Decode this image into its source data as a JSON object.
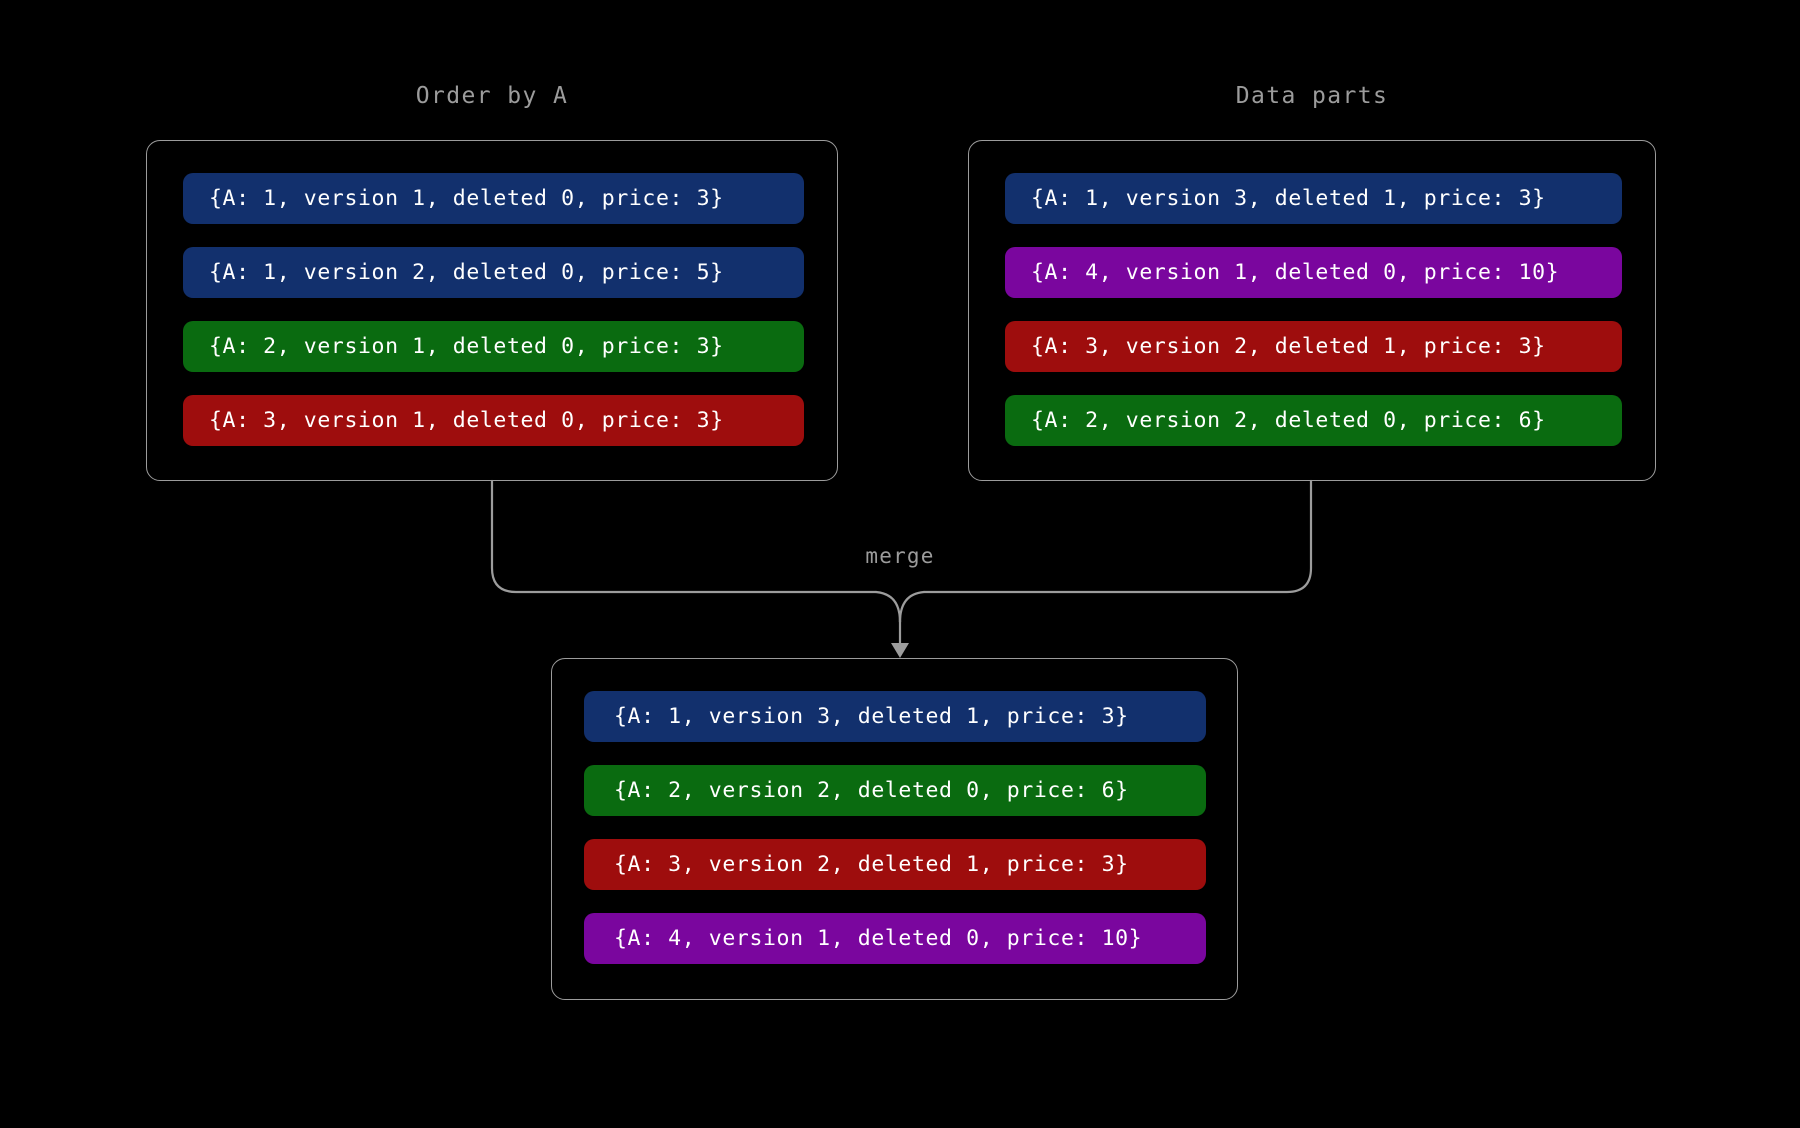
{
  "diagram": {
    "title": "merge",
    "background_color": "#000000",
    "line_color": "#9c9c9c",
    "text_color": "#ffffff",
    "palette": {
      "blue": "#12306d",
      "green": "#0a6b10",
      "red": "#9e0d0d",
      "purple": "#7a069e"
    }
  },
  "panels": {
    "order_by_a": {
      "title": "Order by A",
      "rows": [
        {
          "text": "{A: 1, version 1, deleted 0, price: 3}",
          "color": "blue"
        },
        {
          "text": "{A: 1, version 2, deleted 0, price: 5}",
          "color": "blue"
        },
        {
          "text": "{A: 2, version 1, deleted 0, price: 3}",
          "color": "green"
        },
        {
          "text": "{A: 3, version 1, deleted 0, price: 3}",
          "color": "red"
        }
      ]
    },
    "data_parts": {
      "title": "Data parts",
      "rows": [
        {
          "text": "{A: 1, version 3, deleted 1, price: 3}",
          "color": "blue"
        },
        {
          "text": "{A: 4, version 1, deleted 0, price: 10}",
          "color": "purple"
        },
        {
          "text": "{A: 3, version 2, deleted 1, price: 3}",
          "color": "red"
        },
        {
          "text": "{A: 2, version 2, deleted 0, price: 6}",
          "color": "green"
        }
      ]
    },
    "merged": {
      "title": "",
      "rows": [
        {
          "text": "{A: 1, version 3, deleted 1, price: 3}",
          "color": "blue"
        },
        {
          "text": "{A: 2, version 2, deleted 0, price: 6}",
          "color": "green"
        },
        {
          "text": "{A: 3, version 2, deleted 1, price: 3}",
          "color": "red"
        },
        {
          "text": "{A: 4, version 1, deleted 0, price: 10}",
          "color": "purple"
        }
      ]
    }
  },
  "connector": {
    "label": "merge",
    "arrow_direction": "down"
  }
}
